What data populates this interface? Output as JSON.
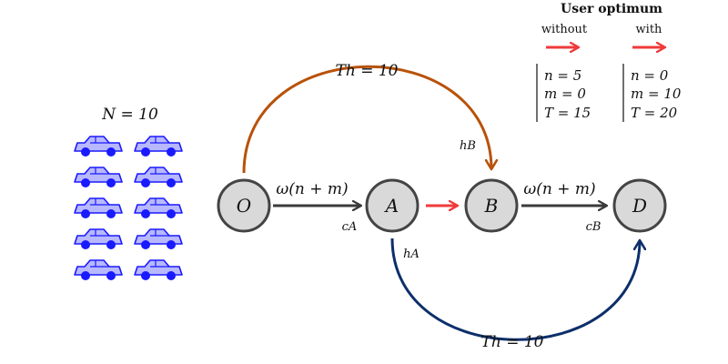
{
  "colors": {
    "node_fill": "#d9d9d9",
    "node_stroke": "#444444",
    "edge_dark": "#3a3a3a",
    "arc_top": "#b8520a",
    "arc_bottom": "#0d2f6b",
    "highlight": "#f03a3a",
    "car": "#1a1aff",
    "car_fill": "#b8b8ff"
  },
  "fleet": {
    "label": "N = 10",
    "car_count": 10,
    "icon": "car-icon"
  },
  "nodes": {
    "O": {
      "label": "O"
    },
    "A": {
      "label": "A"
    },
    "B": {
      "label": "B"
    },
    "D": {
      "label": "D"
    }
  },
  "edges": {
    "OA": {
      "label": "ω(n + m)",
      "cost": "cA"
    },
    "AB": {
      "label": ""
    },
    "BD": {
      "label": "ω(n + m)",
      "cost": "cB"
    },
    "OB": {
      "label": "Th = 10",
      "entry": "hB"
    },
    "AD": {
      "label": "Th = 10",
      "entry": "hA"
    }
  },
  "legend": {
    "title": "User optimum",
    "columns": [
      {
        "header": "without",
        "rows": [
          "n = 5",
          "m = 0",
          "T = 15"
        ]
      },
      {
        "header": "with",
        "rows": [
          "n = 0",
          "m = 10",
          "T = 20"
        ]
      }
    ]
  }
}
